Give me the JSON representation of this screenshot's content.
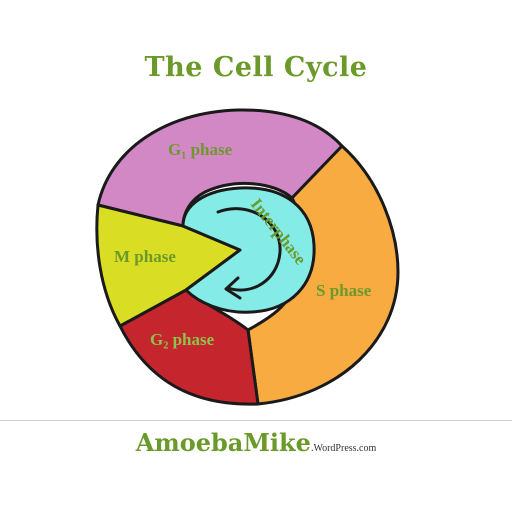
{
  "diagram": {
    "title": "The Cell Cycle",
    "phases": {
      "g1": {
        "label": "G₁ phase"
      },
      "s": {
        "label": "S phase"
      },
      "g2": {
        "label": "G₂ phase"
      },
      "m": {
        "label": "M phase"
      }
    },
    "center_label": "Interphase"
  },
  "footer": {
    "brand": "AmoebaMike",
    "suffix": ".WordPress.com"
  },
  "colors": {
    "g1": "#d388c6",
    "s": "#f7ab41",
    "g2": "#c5262e",
    "m": "#d9dd23",
    "interphase": "#84ebe6",
    "label_green": "#6b9a2a",
    "outline": "#1a1a1a"
  }
}
